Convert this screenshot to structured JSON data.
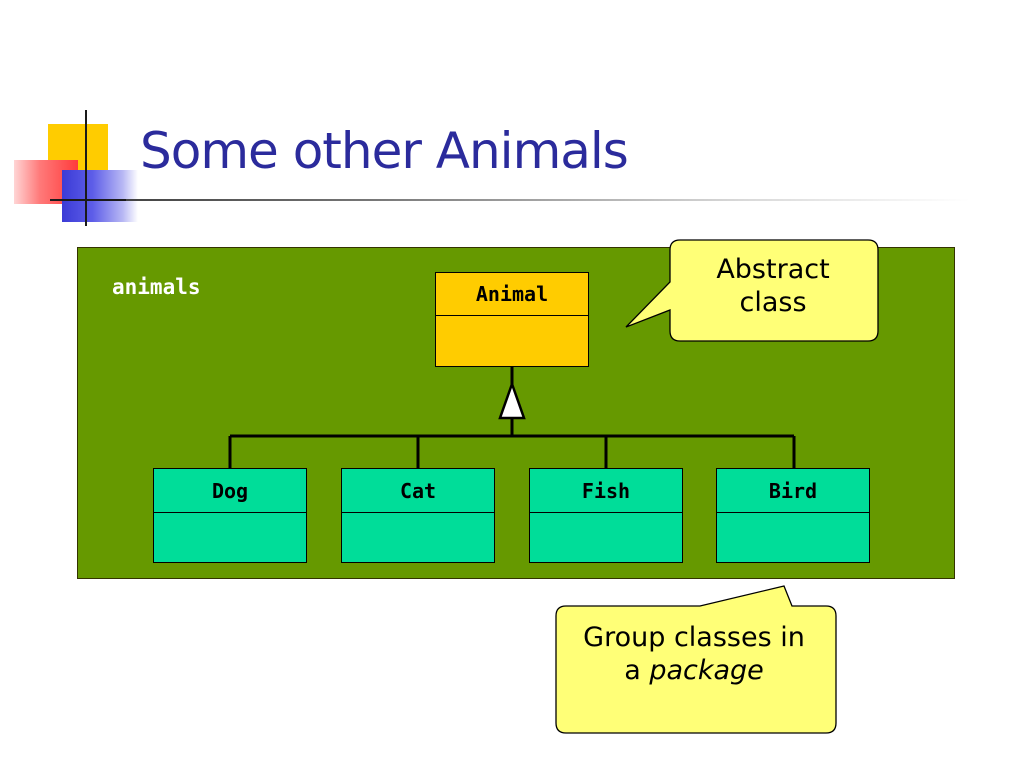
{
  "slide": {
    "title": "Some other Animals"
  },
  "diagram": {
    "package_label": "animals",
    "superclass": {
      "name": "Animal",
      "fill": "#ffcc00"
    },
    "subclasses": [
      {
        "name": "Dog"
      },
      {
        "name": "Cat"
      },
      {
        "name": "Fish"
      },
      {
        "name": "Bird"
      }
    ],
    "subclass_fill": "#00dd99",
    "package_fill": "#669900"
  },
  "callouts": {
    "abstract": {
      "line1": "Abstract",
      "line2": "class",
      "fill": "#ffff77"
    },
    "package": {
      "line1": "Group classes in",
      "line2_prefix": "a ",
      "line2_emphasis": "package",
      "fill": "#ffff77"
    }
  },
  "colors": {
    "title": "#2b2b9c",
    "accent_yellow": "#ffcc00",
    "accent_red": "#ff3b3b",
    "accent_blue": "#3b3bd6"
  }
}
